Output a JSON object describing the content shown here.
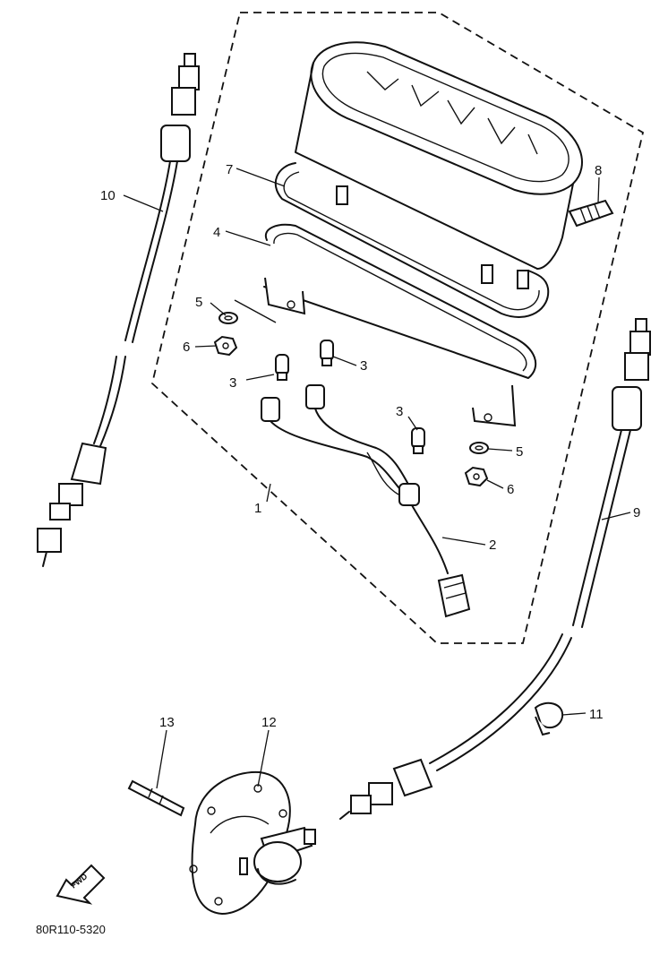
{
  "diagram": {
    "drawing_code": "80R110-5320",
    "direction_label": "FWD",
    "callouts": [
      {
        "id": "c10",
        "label": "10"
      },
      {
        "id": "c7",
        "label": "7"
      },
      {
        "id": "c8",
        "label": "8"
      },
      {
        "id": "c4",
        "label": "4"
      },
      {
        "id": "c5a",
        "label": "5"
      },
      {
        "id": "c6a",
        "label": "6"
      },
      {
        "id": "c3a",
        "label": "3"
      },
      {
        "id": "c3b",
        "label": "3"
      },
      {
        "id": "c3c",
        "label": "3"
      },
      {
        "id": "c5b",
        "label": "5"
      },
      {
        "id": "c6b",
        "label": "6"
      },
      {
        "id": "c1",
        "label": "1"
      },
      {
        "id": "c2",
        "label": "2"
      },
      {
        "id": "c9",
        "label": "9"
      },
      {
        "id": "c11",
        "label": "11"
      },
      {
        "id": "c13",
        "label": "13"
      },
      {
        "id": "c12",
        "label": "12"
      }
    ]
  }
}
